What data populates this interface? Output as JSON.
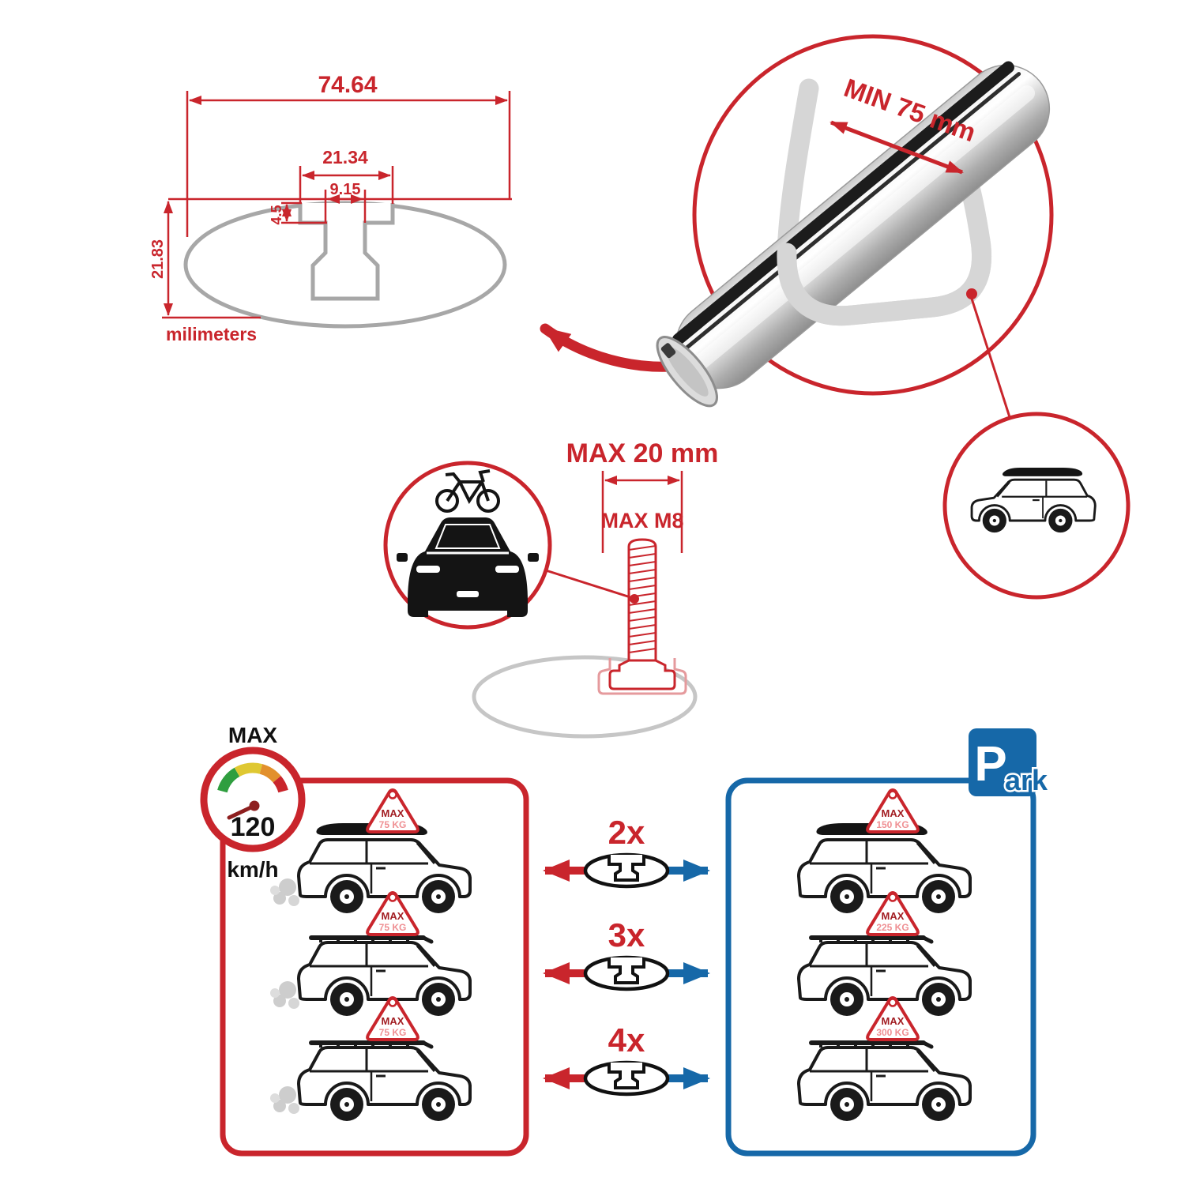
{
  "colors": {
    "red": "#c9252c",
    "blue": "#1668a8",
    "gray": "#9c9c9c",
    "light_gray": "#d6d6d6",
    "black": "#111111",
    "pink": "#ef8f93"
  },
  "dimensions": {
    "total_width": "74.64",
    "channel_outer": "21.34",
    "channel_inner": "9.15",
    "channel_depth": "4.5",
    "total_height": "21.83",
    "units": "milimeters"
  },
  "bar": {
    "min_clamp_span": "MIN 75 mm"
  },
  "bolt": {
    "max_width": "MAX 20 mm",
    "max_thread": "MAX M8"
  },
  "speed": {
    "label": "MAX",
    "value": "120",
    "unit": "km/h"
  },
  "options": [
    {
      "qty": "2x"
    },
    {
      "qty": "3x"
    },
    {
      "qty": "4x"
    }
  ],
  "driving_cars": [
    {
      "sign_title": "MAX",
      "sign_weight": "75 KG"
    },
    {
      "sign_title": "MAX",
      "sign_weight": "75 KG"
    },
    {
      "sign_title": "MAX",
      "sign_weight": "75 KG"
    }
  ],
  "parked_cars": [
    {
      "sign_title": "MAX",
      "sign_weight": "150 KG"
    },
    {
      "sign_title": "MAX",
      "sign_weight": "225 KG"
    },
    {
      "sign_title": "MAX",
      "sign_weight": "300 KG"
    }
  ],
  "park_sign": {
    "letter": "P",
    "suffix": "ark"
  }
}
